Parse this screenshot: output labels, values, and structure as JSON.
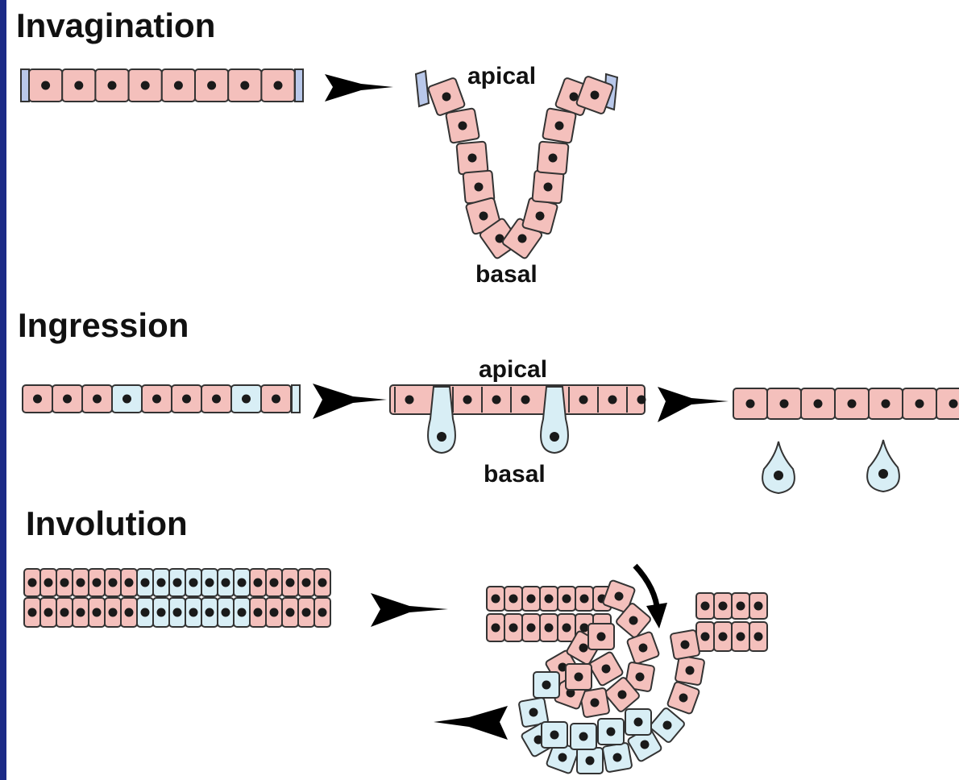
{
  "sections": {
    "invagination": {
      "title": "Invagination",
      "apical_label": "apical",
      "basal_label": "basal"
    },
    "ingression": {
      "title": "Ingression",
      "apical_label": "apical",
      "basal_label": "basal"
    },
    "involution": {
      "title": "Involution"
    }
  },
  "colors": {
    "background_border": "#1b2a86",
    "cell_pink": "#f4c0bc",
    "cell_blue": "#d8eef5",
    "nucleus": "#1a1a1a",
    "arrow": "#000000"
  },
  "icons": [
    "arrow-right-icon",
    "arrow-left-icon",
    "curved-arrow-icon"
  ]
}
